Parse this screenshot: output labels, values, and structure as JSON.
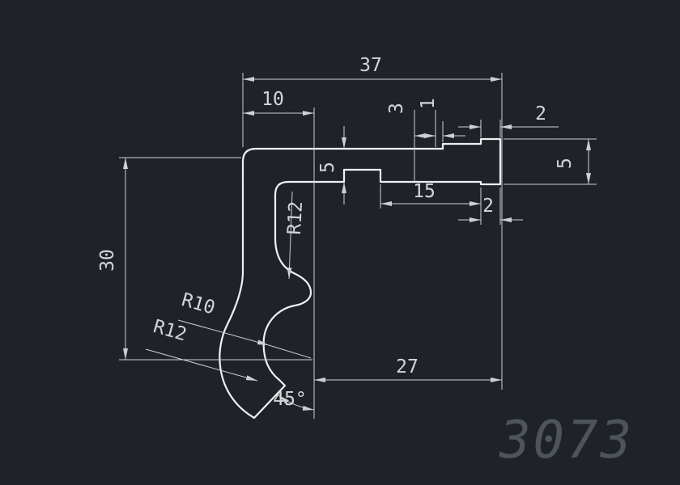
{
  "canvas": {
    "background": "#1f2329",
    "profile_color": "#f0f0f0",
    "dim_color": "#ccd0d4",
    "text_color": "#d3d6d9",
    "watermark_color": "#4e545c"
  },
  "drawing": {
    "type": "profile-cross-section",
    "part_number": "3073"
  },
  "labels": {
    "dim_width_total": "37",
    "dim_top_offset": "10",
    "dim_step_3": "3",
    "dim_step_1": "1",
    "dim_flange_width_top": "2",
    "dim_wall_thickness": "5",
    "dim_flange_height": "5",
    "dim_groove_width": "15",
    "dim_flange_width_bottom": "2",
    "dim_height_total": "30",
    "dim_bottom_width": "27",
    "dim_angle": "45°",
    "radius_inner_fillet": "R12",
    "radius_hook_inner": "R10",
    "radius_hook_outer": "R12",
    "part_number": "3073"
  }
}
